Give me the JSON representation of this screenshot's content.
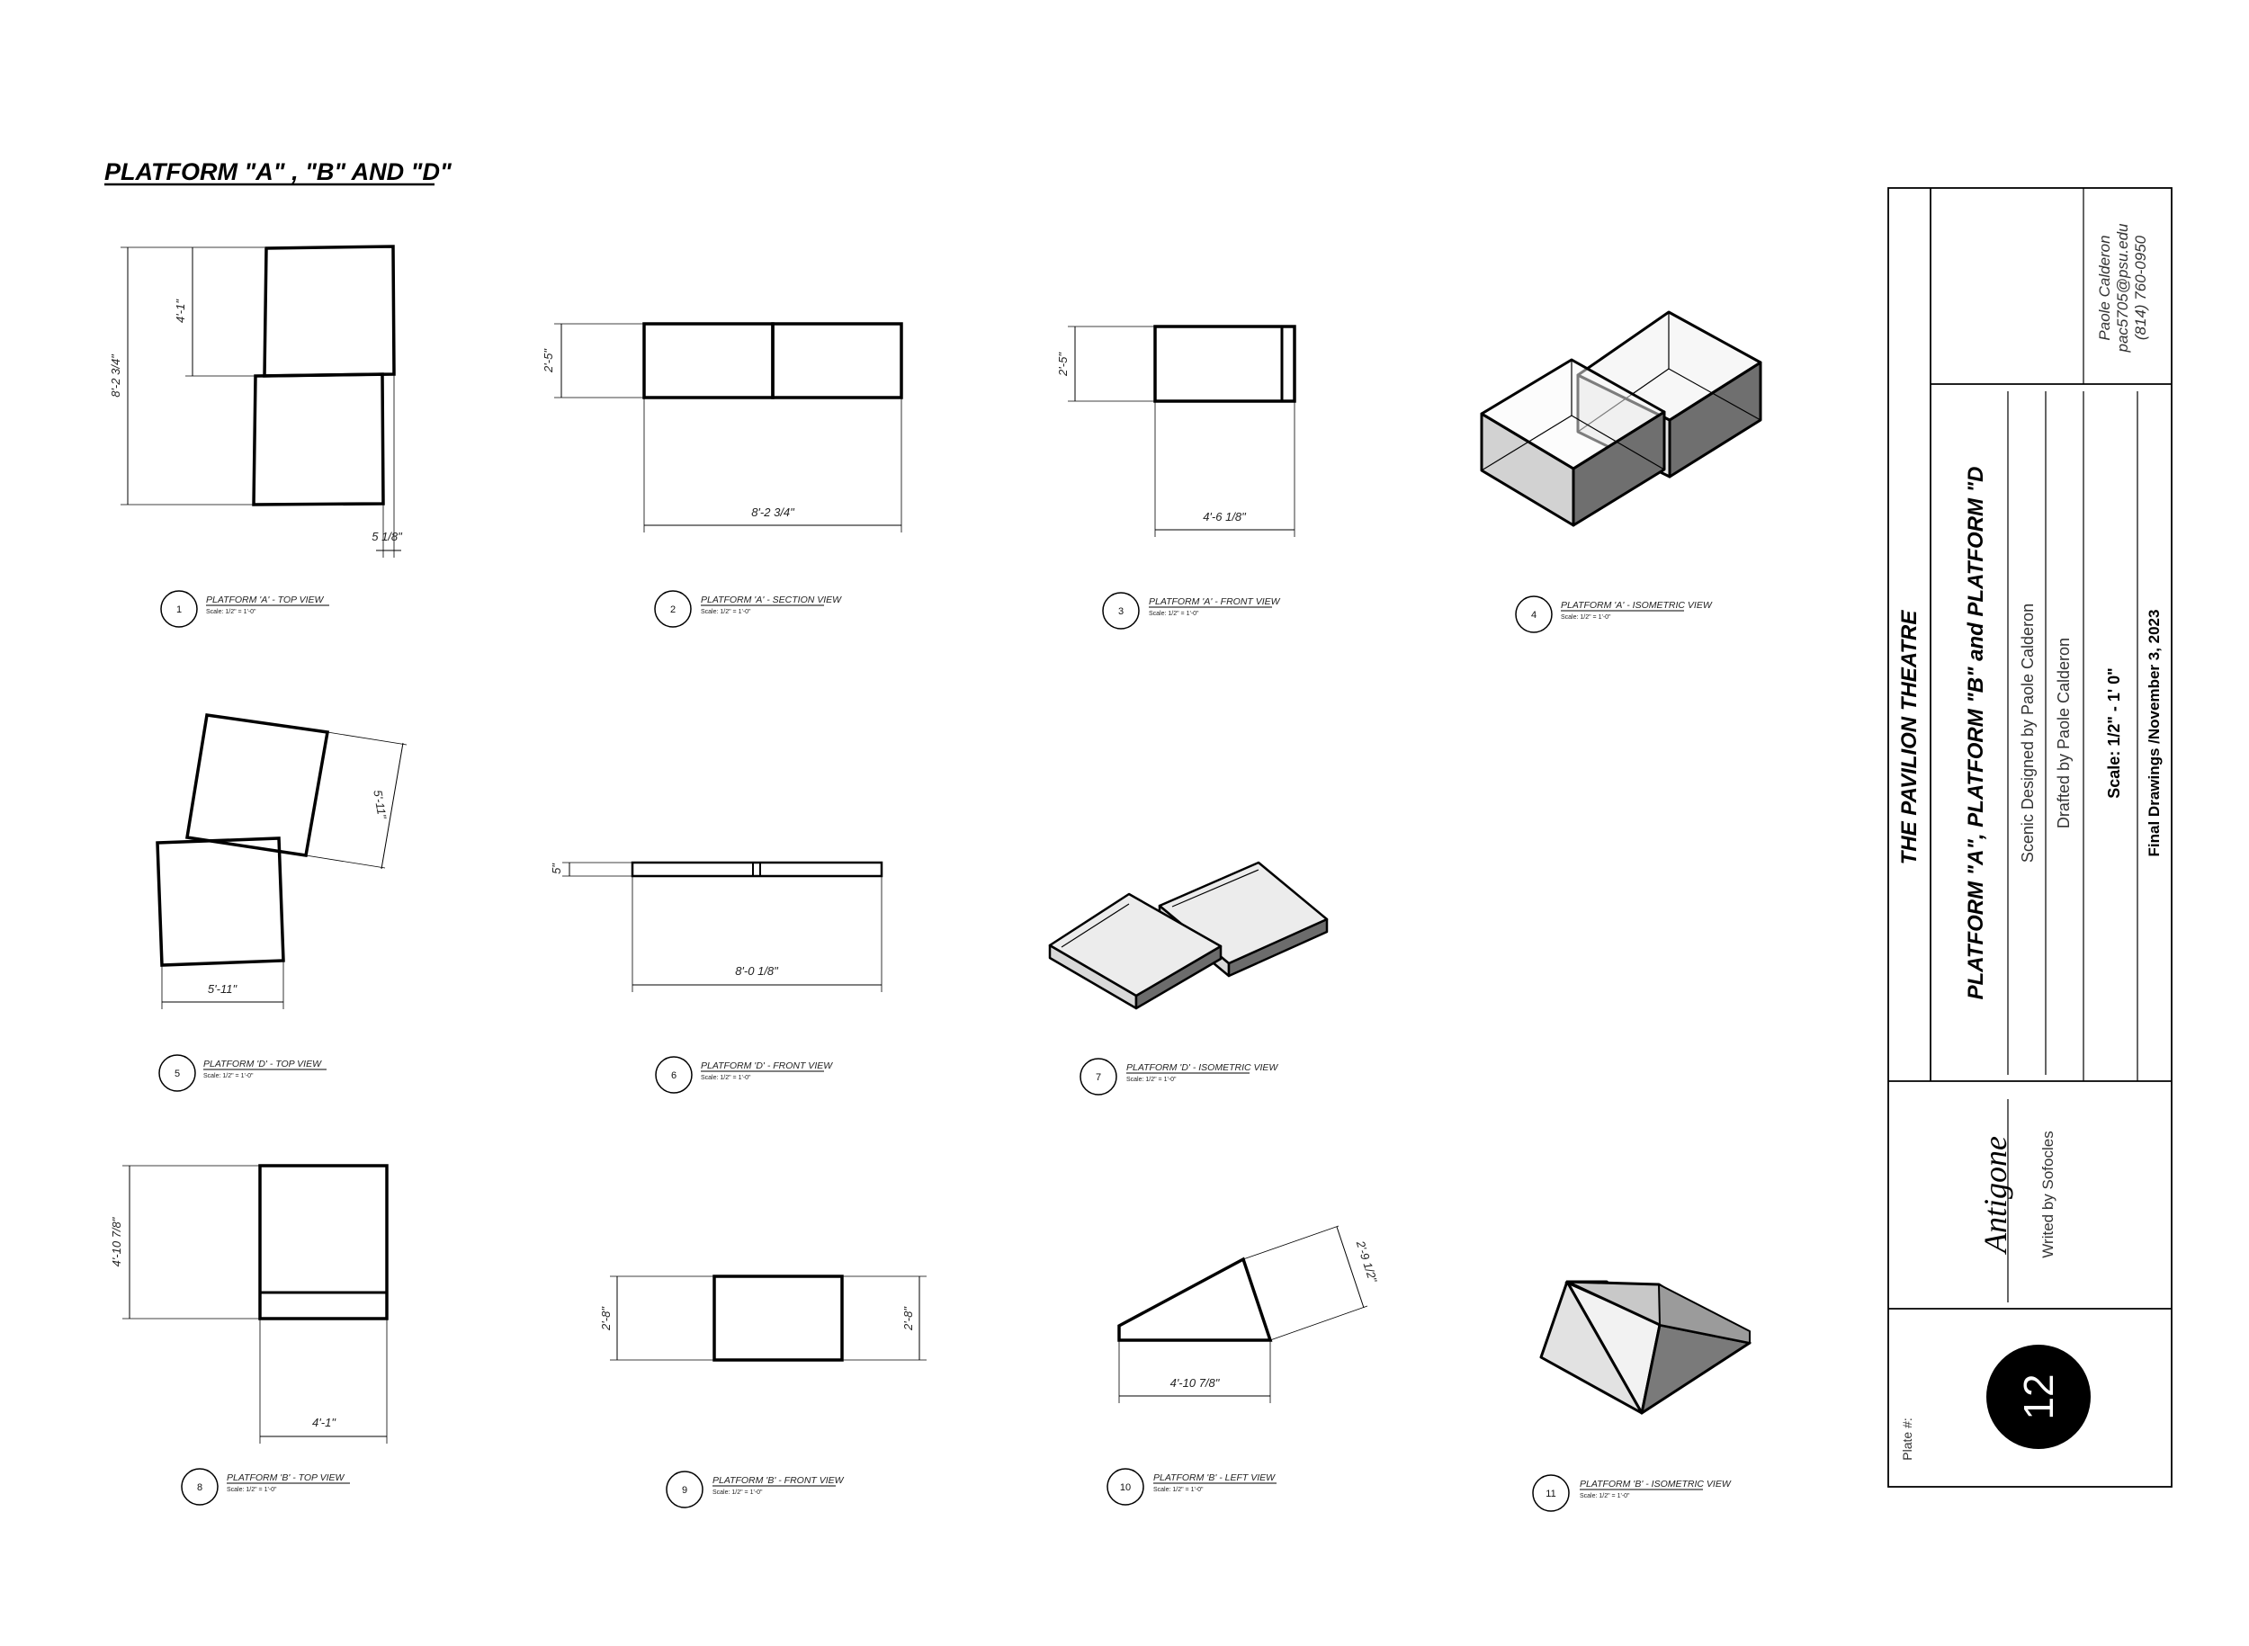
{
  "sheet_title": "PLATFORM \"A\" , \"B\" AND  \"D\"",
  "views": [
    {
      "num": "1",
      "label": "PLATFORM 'A' - TOP VIEW",
      "scale": "Scale: 1/2\" = 1'-0\""
    },
    {
      "num": "2",
      "label": "PLATFORM 'A' - SECTION VIEW",
      "scale": "Scale: 1/2\" = 1'-0\""
    },
    {
      "num": "3",
      "label": "PLATFORM 'A' - FRONT VIEW",
      "scale": "Scale: 1/2\" = 1'-0\""
    },
    {
      "num": "4",
      "label": "PLATFORM 'A' - ISOMETRIC VIEW",
      "scale": "Scale: 1/2\" = 1'-0\""
    },
    {
      "num": "5",
      "label": "PLATFORM 'D' - TOP VIEW",
      "scale": "Scale: 1/2\" = 1'-0\""
    },
    {
      "num": "6",
      "label": "PLATFORM 'D' - FRONT VIEW",
      "scale": "Scale: 1/2\" = 1'-0\""
    },
    {
      "num": "7",
      "label": "PLATFORM 'D' - ISOMETRIC VIEW",
      "scale": "Scale: 1/2\" = 1'-0\""
    },
    {
      "num": "8",
      "label": "PLATFORM 'B' - TOP VIEW",
      "scale": "Scale: 1/2\" = 1'-0\""
    },
    {
      "num": "9",
      "label": "PLATFORM 'B' - FRONT VIEW",
      "scale": "Scale: 1/2\" = 1'-0\""
    },
    {
      "num": "10",
      "label": "PLATFORM 'B' - LEFT VIEW",
      "scale": "Scale: 1/2\" = 1'-0\""
    },
    {
      "num": "11",
      "label": "PLATFORM 'B' - ISOMETRIC VIEW",
      "scale": "Scale: 1/2\" = 1'-0\""
    }
  ],
  "dimensions": {
    "v1_height": "8'-2 3/4\"",
    "v1_upper": "4'-1\"",
    "v1_offset": "5 1/8\"",
    "v2_height": "2'-5\"",
    "v2_width": "8'-2 3/4\"",
    "v3_height": "2'-5\"",
    "v3_width": "4'-6 1/8\"",
    "v5_side": "5'-11\"",
    "v5_width": "5'-11\"",
    "v6_height": "5\"",
    "v6_width": "8'-0 1/8\"",
    "v8_height": "4'-10 7/8\"",
    "v8_width": "4'-1\"",
    "v9_left": "2'-8\"",
    "v9_right": "2'-8\"",
    "v10_slope": "2'-9 1/2\"",
    "v10_width": "4'-10 7/8\""
  },
  "title_block": {
    "theatre": "THE PAVILION THEATRE",
    "drawing_title": "PLATFORM \"A\", PLATFORM \"B\" and PLATFORM \"D",
    "scenic_prefix": "Scenic Designed by ",
    "scenic_name": "Paole Calderon",
    "drafted_prefix": "Drafted by ",
    "drafted_name": "Paole Calderon",
    "scale": "Scale: 1/2\" - 1' 0\"",
    "final": "Final Drawings /November 3, 2023",
    "contact_name": "Paole Calderon",
    "contact_email": "pac5705@psu.edu",
    "contact_phone": "(814) 760-0950",
    "show": "Antigone",
    "writer": "Writed by Sofocles",
    "plate_label": "Plate #:",
    "plate_number": "12"
  }
}
